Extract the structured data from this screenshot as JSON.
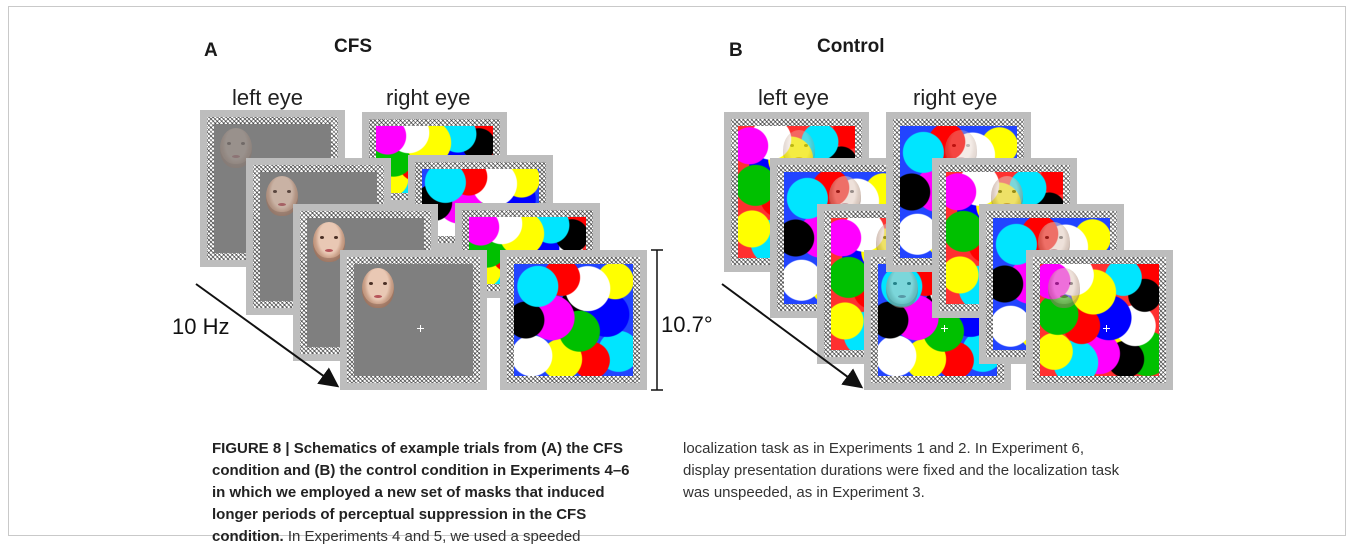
{
  "panel_a": {
    "letter": "A",
    "title": "CFS",
    "left_eye_label": "left eye",
    "right_eye_label": "right eye",
    "rate_label": "10 Hz",
    "size_label": "10.7°"
  },
  "panel_b": {
    "letter": "B",
    "title": "Control",
    "left_eye_label": "left eye",
    "right_eye_label": "right eye"
  },
  "caption": {
    "bold_text": "FIGURE 8 | Schematics of example trials from (A) the CFS condition and (B) the control condition in Experiments 4–6 in which we employed a new set of masks that induced longer periods of perceptual suppression in the CFS condition.",
    "body_text_left": " In Experiments 4 and 5, we used a speeded",
    "body_text_right": "localization task as in Experiments 1 and 2. In Experiment 6, display presentation durations were fixed and the localization task was unspeeded, as in Experiment 3."
  },
  "colors": {
    "frame_border": "#c9c9c9",
    "gray_screen": "#7f7f7f",
    "text": "#333333"
  }
}
